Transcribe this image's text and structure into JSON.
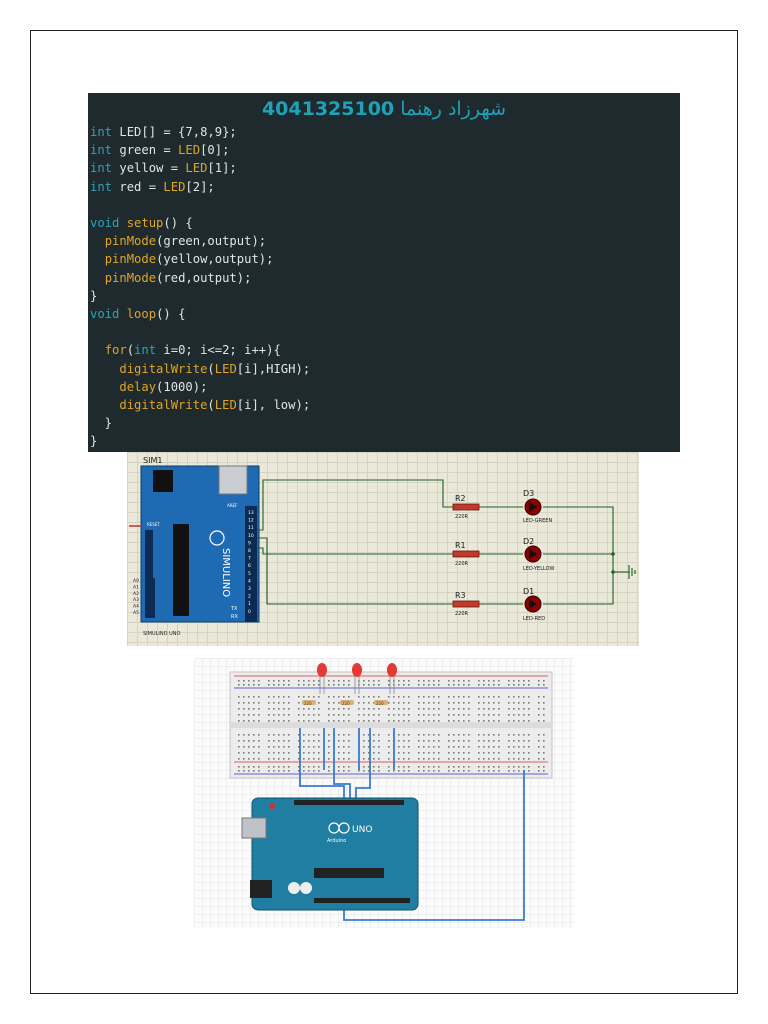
{
  "code": {
    "title_name": "شهرزاد رهنما",
    "title_id": "4041325100",
    "lines": [
      [
        {
          "t": "int",
          "c": "k"
        },
        {
          "t": " LED[] = {7,8,9};",
          "c": ""
        }
      ],
      [
        {
          "t": "int",
          "c": "k"
        },
        {
          "t": " green = ",
          "c": ""
        },
        {
          "t": "LED",
          "c": "f"
        },
        {
          "t": "[0];",
          "c": ""
        }
      ],
      [
        {
          "t": "int",
          "c": "k"
        },
        {
          "t": " yellow = ",
          "c": ""
        },
        {
          "t": "LED",
          "c": "f"
        },
        {
          "t": "[1];",
          "c": ""
        }
      ],
      [
        {
          "t": "int",
          "c": "k"
        },
        {
          "t": " red = ",
          "c": ""
        },
        {
          "t": "LED",
          "c": "f"
        },
        {
          "t": "[2];",
          "c": ""
        }
      ],
      [],
      [
        {
          "t": "void",
          "c": "k"
        },
        {
          "t": " ",
          "c": ""
        },
        {
          "t": "setup",
          "c": "f"
        },
        {
          "t": "() {",
          "c": ""
        }
      ],
      [
        {
          "t": "  ",
          "c": ""
        },
        {
          "t": "pinMode",
          "c": "f"
        },
        {
          "t": "(green,output);",
          "c": ""
        }
      ],
      [
        {
          "t": "  ",
          "c": ""
        },
        {
          "t": "pinMode",
          "c": "f"
        },
        {
          "t": "(yellow,output);",
          "c": ""
        }
      ],
      [
        {
          "t": "  ",
          "c": ""
        },
        {
          "t": "pinMode",
          "c": "f"
        },
        {
          "t": "(red,output);",
          "c": ""
        }
      ],
      [
        {
          "t": "}",
          "c": ""
        }
      ],
      [
        {
          "t": "void",
          "c": "k"
        },
        {
          "t": " ",
          "c": ""
        },
        {
          "t": "loop",
          "c": "f"
        },
        {
          "t": "() {",
          "c": ""
        }
      ],
      [],
      [
        {
          "t": "  ",
          "c": ""
        },
        {
          "t": "for",
          "c": "f"
        },
        {
          "t": "(",
          "c": ""
        },
        {
          "t": "int",
          "c": "k"
        },
        {
          "t": " i=0; i<=2; i++){",
          "c": ""
        }
      ],
      [
        {
          "t": "    ",
          "c": ""
        },
        {
          "t": "digitalWrite",
          "c": "f"
        },
        {
          "t": "(",
          "c": ""
        },
        {
          "t": "LED",
          "c": "f"
        },
        {
          "t": "[i],HIGH);",
          "c": ""
        }
      ],
      [
        {
          "t": "    ",
          "c": ""
        },
        {
          "t": "delay",
          "c": "f"
        },
        {
          "t": "(1000);",
          "c": ""
        }
      ],
      [
        {
          "t": "    ",
          "c": ""
        },
        {
          "t": "digitalWrite",
          "c": "f"
        },
        {
          "t": "(",
          "c": ""
        },
        {
          "t": "LED",
          "c": "f"
        },
        {
          "t": "[i], low);",
          "c": ""
        }
      ],
      [
        {
          "t": "  }",
          "c": ""
        }
      ],
      [
        {
          "t": "}",
          "c": ""
        }
      ]
    ]
  },
  "schematic": {
    "board_label": "SIM1",
    "board_caption": "SIMULINO UNO",
    "board_brand": "SIMULINO",
    "board_reset": "RESET",
    "board_aref": "AREF",
    "pin_labels": [
      "13",
      "12",
      "11",
      "10",
      "9",
      "8",
      "7",
      "6",
      "5",
      "4",
      "3",
      "2",
      "1",
      "0"
    ],
    "analog_labels": [
      "A0",
      "A1",
      "A2",
      "A3",
      "A4",
      "A5"
    ],
    "tx_label": "TX",
    "rx_label": "RX",
    "resistors": [
      {
        "ref": "R2",
        "value": "220R"
      },
      {
        "ref": "R1",
        "value": "220R"
      },
      {
        "ref": "R3",
        "value": "220R"
      }
    ],
    "leds": [
      {
        "ref": "D3",
        "value": "LED-GREEN"
      },
      {
        "ref": "D2",
        "value": "LED-YELLOW"
      },
      {
        "ref": "D1",
        "value": "LED-RED"
      }
    ]
  },
  "breadboard": {
    "board_brand": "UNO",
    "board_sub": "Arduino",
    "resistor_label": "220"
  }
}
